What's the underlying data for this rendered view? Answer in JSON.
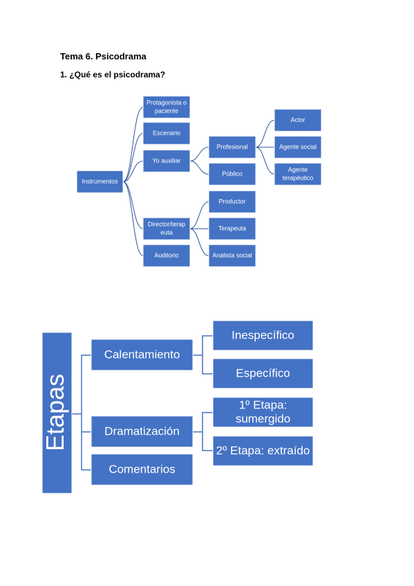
{
  "document": {
    "title": "Tema 6. Psicodrama",
    "subtitle": "1. ¿Qué es el psicodrama?"
  },
  "diagram1": {
    "root": "Instrumentos",
    "protagonista": [
      "Protagonista o",
      "paciente"
    ],
    "escenario": "Escenario",
    "yo_auxiliar": "Yo auxiliar",
    "director": [
      "Director/terap",
      "euta"
    ],
    "auditorio": "Auditorio",
    "profesional": "Profesional",
    "publico": "Público",
    "productor": "Productor",
    "terapeuta": "Terapeuta",
    "analista": "Analista social",
    "actor": "Actor",
    "agente_social": "Agente social",
    "agente_terapeutico": [
      "Agente",
      "terapéutico"
    ]
  },
  "diagram2": {
    "root": "Etapas",
    "calentamiento": "Calentamiento",
    "dramatizacion": "Dramatización",
    "comentarios": "Comentarios",
    "inespecifico": "Inespecífico",
    "especifico": "Específico",
    "etapa1": [
      "1º Etapa:",
      "sumergido"
    ],
    "etapa2": "2º Etapa: extraído"
  },
  "colors": {
    "box": "#4472C4",
    "line": "#2F5597"
  }
}
